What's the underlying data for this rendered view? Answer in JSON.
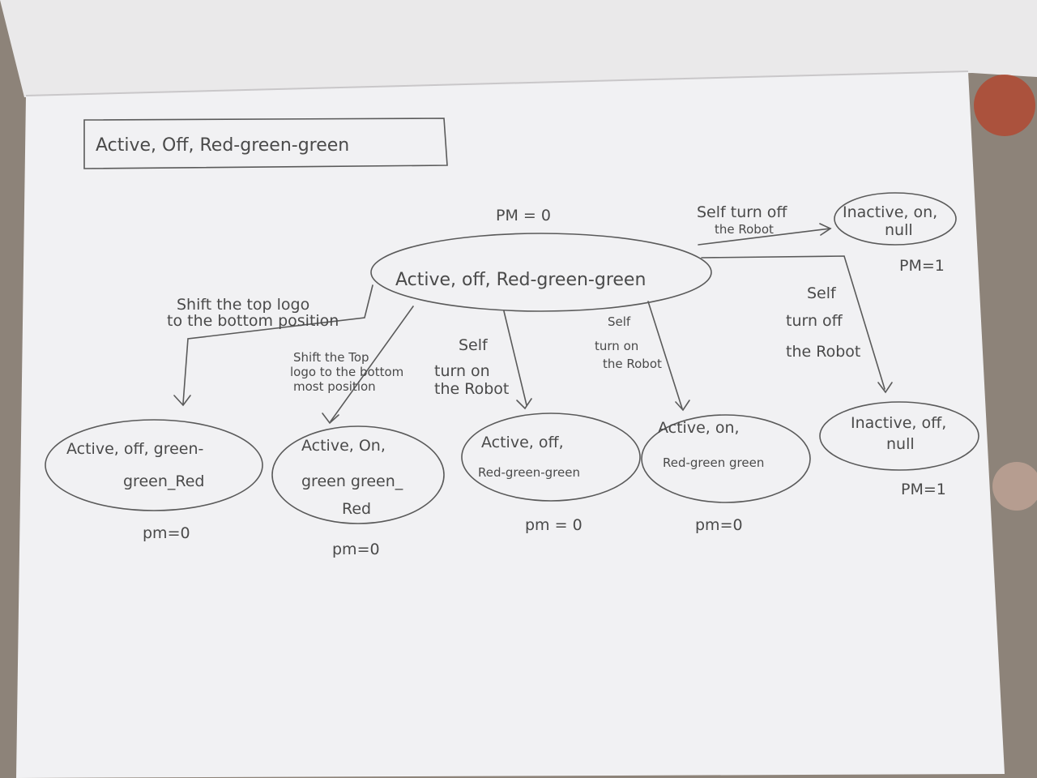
{
  "title": "Active, Off, Red-green-green",
  "root": {
    "label": "Active, off, Red-green-green",
    "pm": "PM = 0"
  },
  "top_right": {
    "edge_label_1": "Self turn off",
    "edge_label_2": "the Robot",
    "node_line1": "Inactive, on,",
    "node_line2": "null",
    "pm": "PM=1"
  },
  "left_edge": {
    "line1": "Shift the top logo",
    "line2": "to the bottom position"
  },
  "edges": {
    "e2_line1": "Shift the Top",
    "e2_line2": "logo to the bottom",
    "e2_line3": "most position",
    "e3_line1": "Self",
    "e3_line2": "turn on",
    "e3_line3": "the Robot",
    "e4_line1": "Self",
    "e4_line2": "turn on",
    "e4_line3": "the Robot",
    "e5_line1": "Self",
    "e5_line2": "turn off",
    "e5_line3": "the Robot"
  },
  "children": [
    {
      "line1": "Active, off, green-",
      "line2": "green_Red",
      "line3": "",
      "pm": "pm=0"
    },
    {
      "line1": "Active, On,",
      "line2": "green green_",
      "line3": "Red",
      "pm": "pm=0"
    },
    {
      "line1": "Active, off,",
      "line2": "Red-green-green",
      "line3": "",
      "pm": "pm = 0"
    },
    {
      "line1": "Active, on,",
      "line2": "Red-green green",
      "line3": "",
      "pm": "pm=0"
    },
    {
      "line1": "Inactive, off,",
      "line2": "null",
      "line3": "",
      "pm": "PM=1"
    }
  ]
}
